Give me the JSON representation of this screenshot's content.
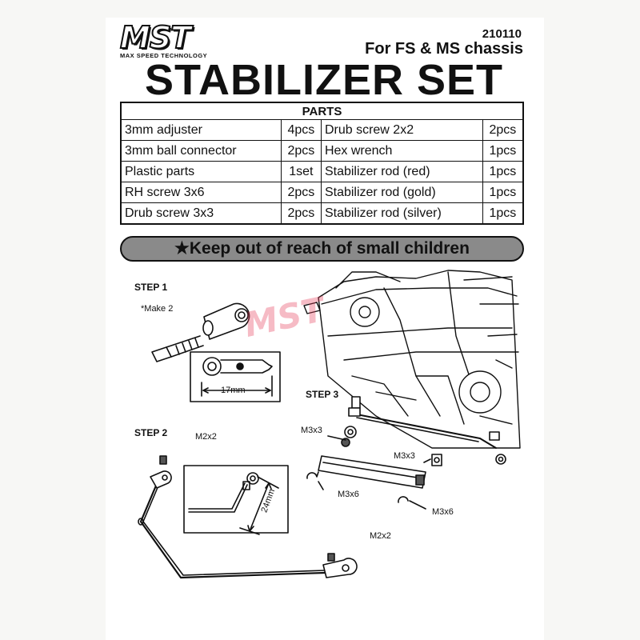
{
  "header": {
    "brand": "MST",
    "brand_tagline": "MAX SPEED TECHNOLOGY",
    "doc_code": "210110",
    "subtitle": "For FS & MS chassis",
    "title": "STABILIZER SET"
  },
  "parts": {
    "heading": "PARTS",
    "rows": [
      {
        "left_name": "3mm adjuster",
        "left_qty": "4pcs",
        "right_name": "Drub screw 2x2",
        "right_qty": "2pcs"
      },
      {
        "left_name": "3mm ball connector",
        "left_qty": "2pcs",
        "right_name": "Hex wrench",
        "right_qty": "1pcs"
      },
      {
        "left_name": "Plastic parts",
        "left_qty": "1set",
        "right_name": "Stabilizer rod (red)",
        "right_qty": "1pcs"
      },
      {
        "left_name": "RH screw 3x6",
        "left_qty": "2pcs",
        "right_name": "Stabilizer rod (gold)",
        "right_qty": "1pcs"
      },
      {
        "left_name": "Drub screw 3x3",
        "left_qty": "2pcs",
        "right_name": "Stabilizer rod (silver)",
        "right_qty": "1pcs"
      }
    ]
  },
  "warning": "★Keep out of reach of small children",
  "steps": {
    "step1": {
      "label": "STEP 1",
      "note": "*Make 2",
      "dimension": "17mm"
    },
    "step2": {
      "label": "STEP 2",
      "screw_top": "M2x2",
      "dimension": "24mm",
      "screw_bottom": "M2x2"
    },
    "step3": {
      "label": "STEP 3",
      "left_grub": "M3x3",
      "right_grub": "M3x3",
      "left_screw": "M3x6",
      "right_screw": "M3x6"
    }
  }
}
